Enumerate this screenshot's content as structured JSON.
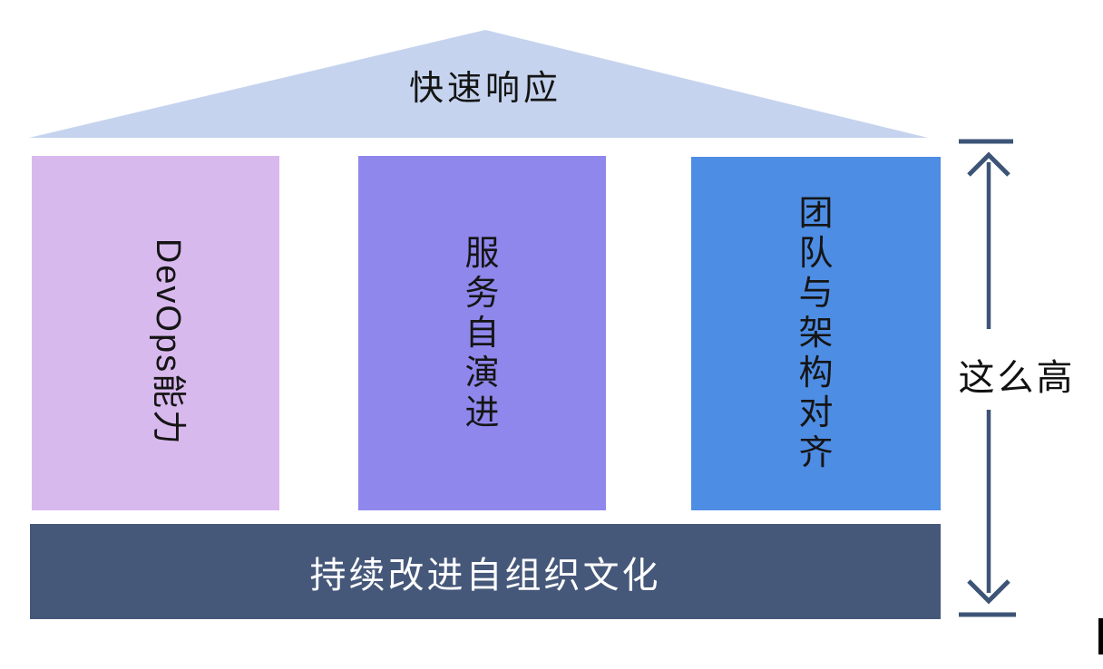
{
  "roof": {
    "label": "快速响应",
    "fill": "#c5d3ee"
  },
  "pillars": [
    {
      "id": "devops-capability",
      "label": "DevOps能力",
      "fill": "#d8b9ee"
    },
    {
      "id": "service-self-evolution",
      "label": "服务自演进",
      "fill": "#8f87ec"
    },
    {
      "id": "team-architecture-alignment",
      "label": "团队与架构对齐",
      "fill": "#4e8de4"
    }
  ],
  "base": {
    "label": "持续改进自组织文化",
    "fill": "#46587a",
    "text_color": "#ffffff"
  },
  "measure": {
    "label": "这么高",
    "color": "#3d5476"
  },
  "artifact": {
    "fill": "#000000"
  }
}
